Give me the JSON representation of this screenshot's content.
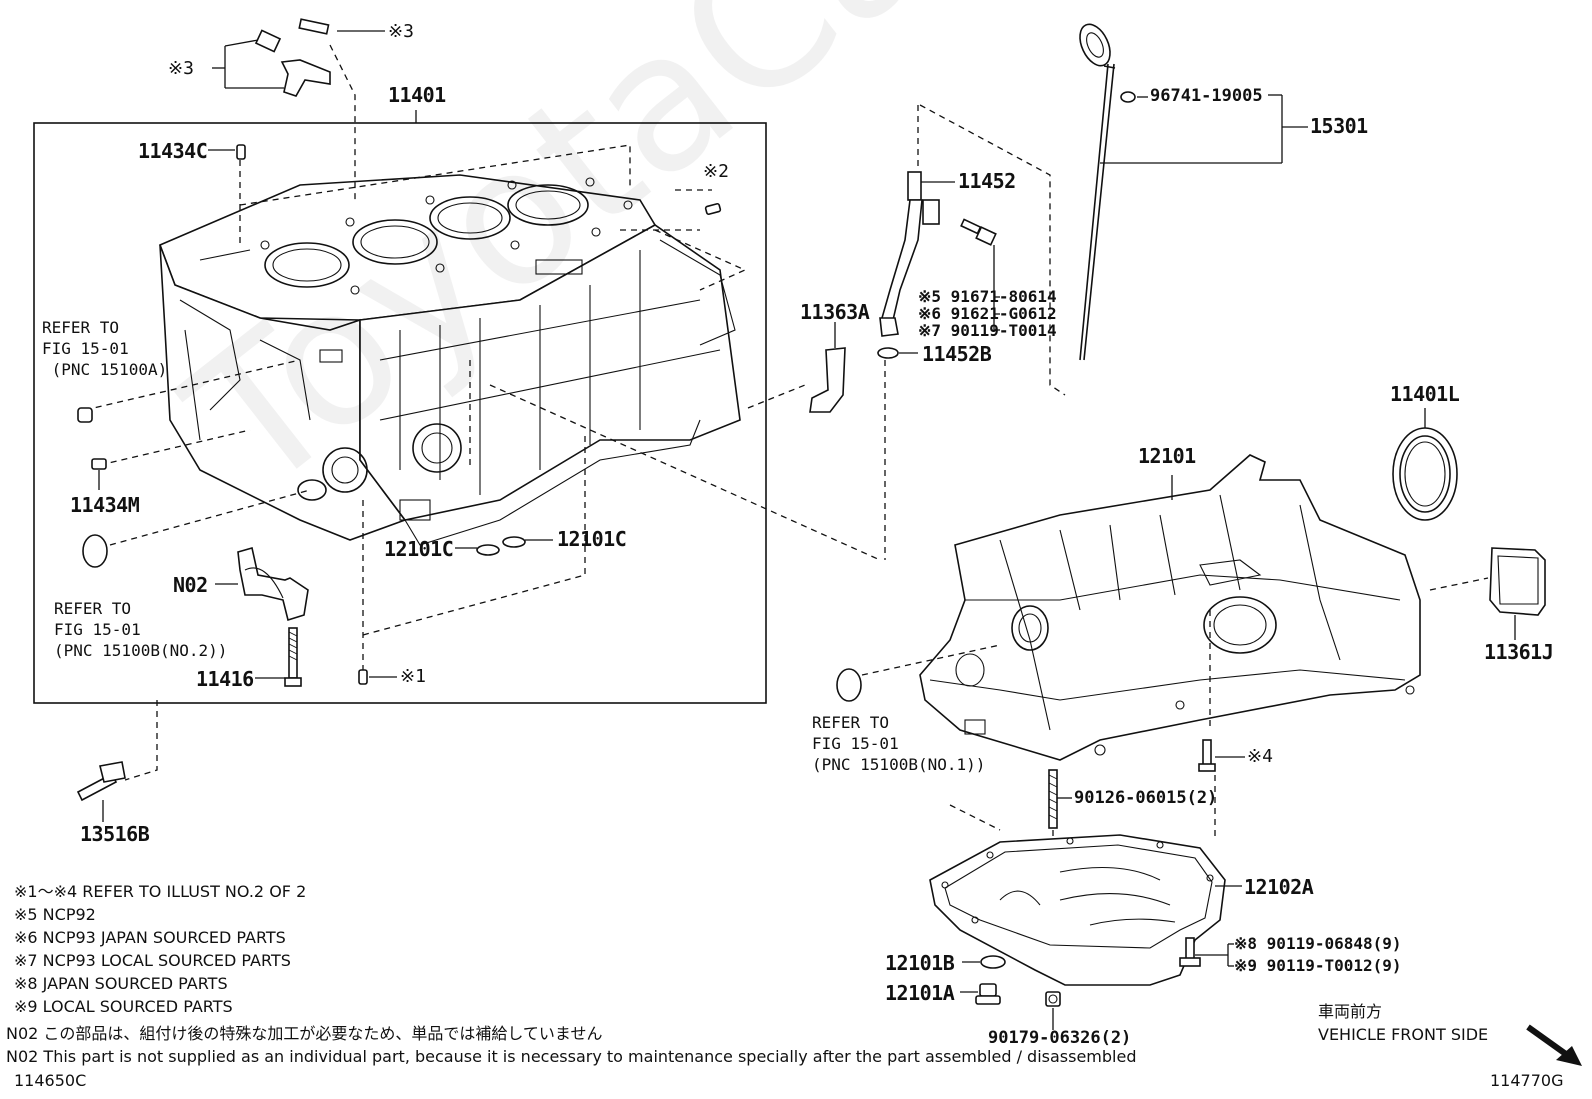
{
  "watermark": "ToyotaCarMine.ru",
  "part_labels": {
    "p11401": "11401",
    "p11434C": "11434C",
    "p11434M": "11434M",
    "p11416": "11416",
    "pN02": "N02",
    "p13516B": "13516B",
    "p12101C_a": "12101C",
    "p12101C_b": "12101C",
    "p11452": "11452",
    "p11452B": "11452B",
    "p11363A": "11363A",
    "p15301": "15301",
    "p96741": "96741-19005",
    "p11401L": "11401L",
    "p12101": "12101",
    "p11361J": "11361J",
    "p90126": "90126-06015(2)",
    "p12102A": "12102A",
    "p12101B": "12101B",
    "p12101A": "12101A",
    "p90179": "90179-06326(2)"
  },
  "marked_labels": {
    "m3_top": "※3",
    "m3_left": "※3",
    "m2": "※2",
    "m1": "※1",
    "m4": "※4",
    "m5": "※5 91671-80614",
    "m6": "※6 91621-G0612",
    "m7": "※7 90119-T0014",
    "m8": "※8 90119-06848(9)",
    "m9": "※9 90119-T0012(9)"
  },
  "refer_labels": {
    "r1": "REFER TO\nFIG 15-01\n (PNC 15100A)",
    "r2": "REFER TO\nFIG 15-01\n(PNC 15100B(NO.2))",
    "r3": "REFER TO\nFIG 15-01\n(PNC 15100B(NO.1))"
  },
  "notes": [
    "※1～※4 REFER TO ILLUST NO.2 OF 2",
    "※5 NCP92",
    "※6 NCP93 JAPAN SOURCED PARTS",
    "※7 NCP93 LOCAL SOURCED PARTS",
    "※8 JAPAN SOURCED PARTS",
    "※9 LOCAL SOURCED PARTS",
    "N02  この部品は、組付け後の特殊な加工が必要なため、単品では補給していません",
    "N02  This part is not supplied as an individual part, because it is necessary to maintenance specially after the part assembled / disassembled"
  ],
  "illustration_codes": {
    "left": "114650C",
    "right": "114770G"
  },
  "direction": {
    "jp": "車両前方",
    "en": "VEHICLE FRONT SIDE"
  }
}
